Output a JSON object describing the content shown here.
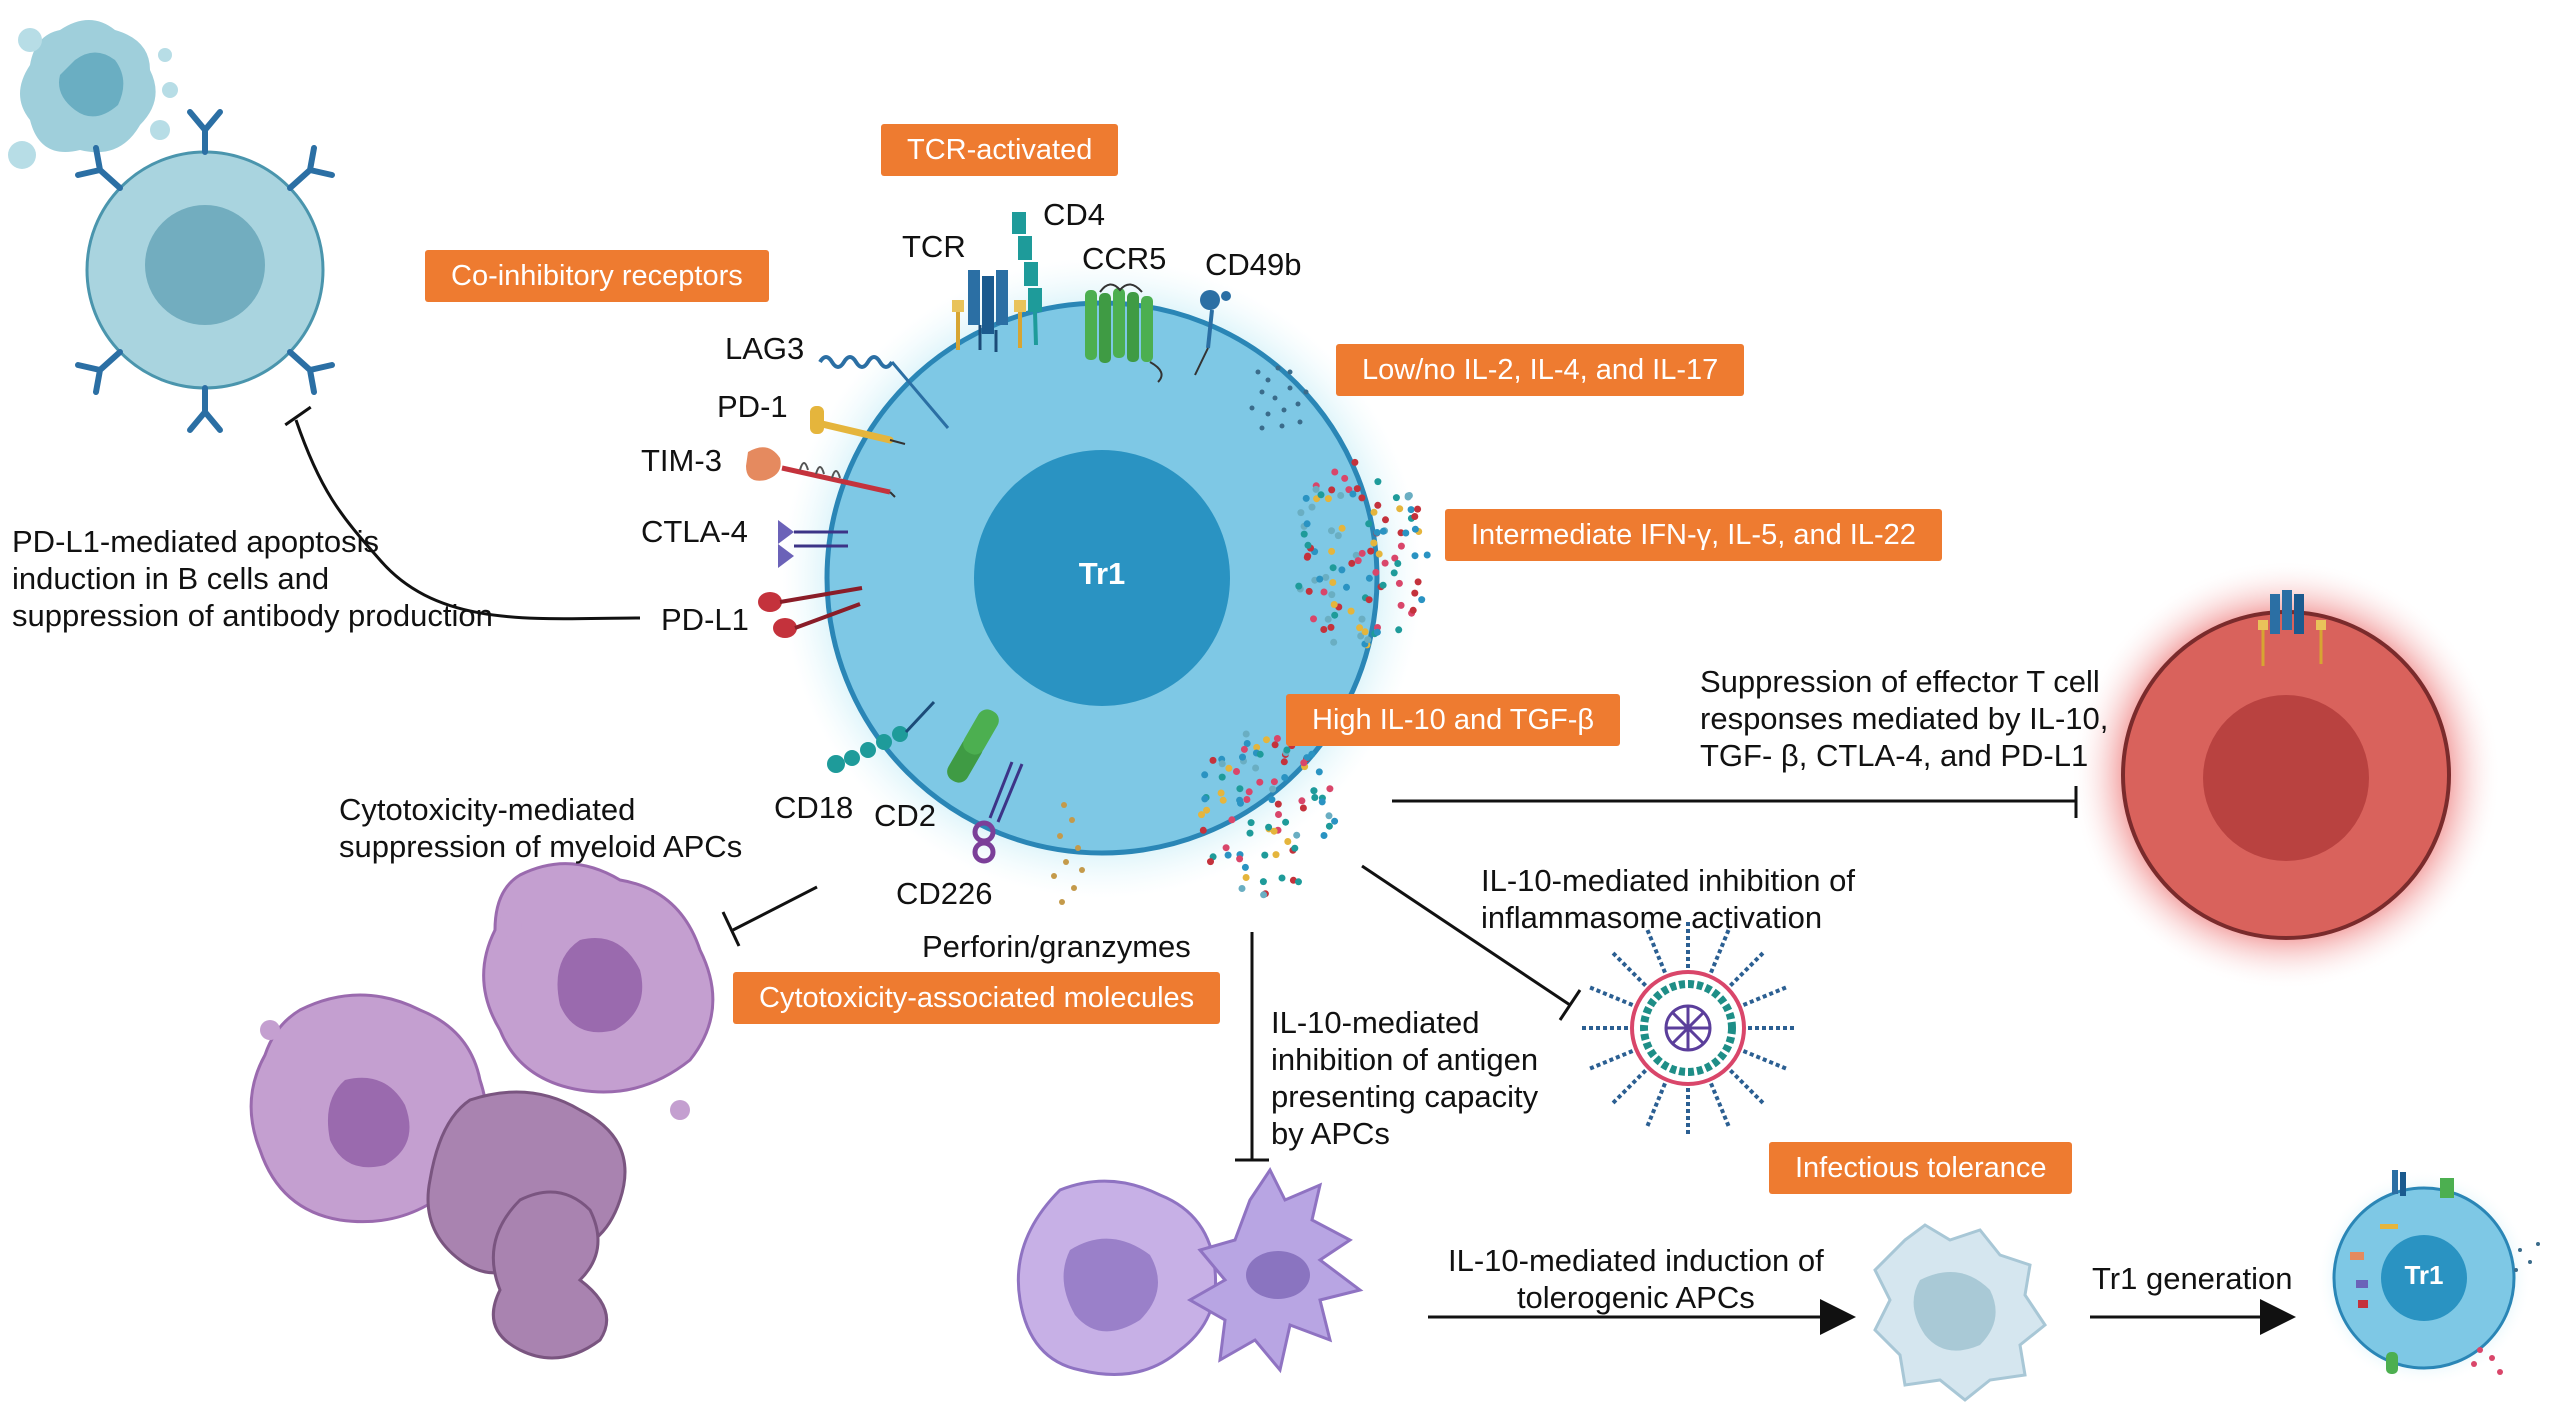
{
  "cell_label": "Tr1",
  "mini_cell_label": "Tr1",
  "tags": {
    "tcr_activated": "TCR-activated",
    "co_inhibitory": "Co-inhibitory receptors",
    "low_cytokines": "Low/no IL-2, IL-4, and IL-17",
    "intermediate_cytokines": "Intermediate IFN-γ, IL-5, and IL-22",
    "high_cytokines": "High IL-10 and TGF-β",
    "cytotoxicity_molecules": "Cytotoxicity-associated molecules",
    "infectious_tolerance": "Infectious tolerance"
  },
  "receptors": {
    "tcr": "TCR",
    "cd4": "CD4",
    "ccr5": "CCR5",
    "cd49b": "CD49b",
    "lag3": "LAG3",
    "pd1": "PD-1",
    "tim3": "TIM-3",
    "ctla4": "CTLA-4",
    "pdl1": "PD-L1",
    "cd18": "CD18",
    "cd2": "CD2",
    "cd226": "CD226",
    "perforin": "Perforin/granzymes"
  },
  "annotations": {
    "pdl1_apoptosis": [
      "PD-L1-mediated apoptosis",
      "induction in B cells and",
      "suppression of antibody production"
    ],
    "cytotoxicity_suppression": [
      "Cytotoxicity-mediated",
      "suppression of myeloid APCs"
    ],
    "effector_suppression": [
      "Suppression of effector T cell",
      "responses mediated by IL-10,",
      "TGF- β, CTLA-4, and PD-L1"
    ],
    "inflammasome": [
      "IL-10-mediated inhibition of",
      "inflammasome activation"
    ],
    "antigen_presenting": [
      "IL-10-mediated",
      "inhibition of antigen",
      "presenting capacity",
      "by APCs"
    ],
    "tolerogenic": [
      "IL-10-mediated induction of",
      "tolerogenic APCs"
    ],
    "tr1_generation": "Tr1 generation"
  },
  "colors": {
    "tag_orange": "#ee7b30",
    "tr1_membrane": "#7ec8e5",
    "tr1_nucleus": "#2a93c2",
    "b_cell": "#a9d4df",
    "effector_cell": "#d9625c",
    "myeloid": "#b78fc4",
    "apc": "#b8a5e3"
  }
}
